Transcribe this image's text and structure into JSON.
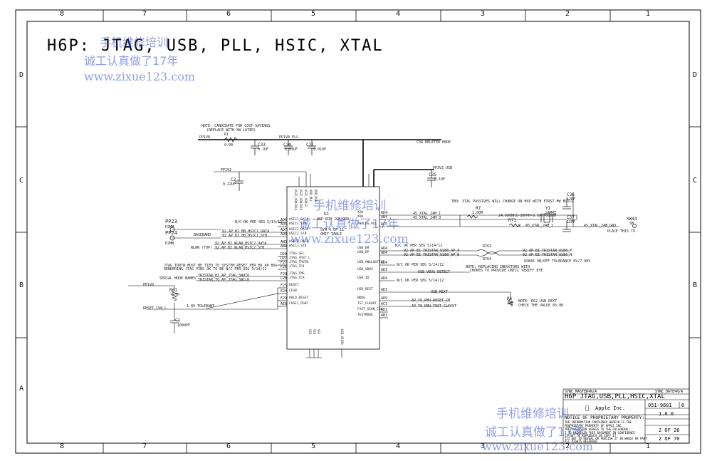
{
  "sheet": {
    "title": "H6P: JTAG, USB, PLL, HSIC, XTAL",
    "columns": [
      "8",
      "7",
      "6",
      "5",
      "4",
      "3",
      "2",
      "1"
    ],
    "rows": [
      "D",
      "C",
      "B",
      "A"
    ]
  },
  "watermark": {
    "line1": "手机维修培训",
    "line2": "诚工认真做了17年",
    "url": "www.zixue123.com"
  },
  "ic": {
    "ref": "U1",
    "part": "H6P_POP_1GB_DDR",
    "sub1": "SYM 4 OF 11",
    "sub2": "OMIT_TABLE",
    "left_pins": [
      {
        "num": "AD6",
        "name": "HSIC1_DATA"
      },
      {
        "num": "AD5",
        "name": "HSIC1_STB"
      },
      {
        "num": "AD7",
        "name": "HSIC2_DATA"
      },
      {
        "num": "AD8",
        "name": "HSIC2_STB"
      },
      {
        "num": "AN3",
        "name": "HSIC3_DATA"
      },
      {
        "num": "AN4",
        "name": "HSIC3_STB"
      },
      {
        "num": "D28",
        "name": "JTAG_SEL"
      },
      {
        "num": "D27",
        "name": "JTAG_TRST_L"
      },
      {
        "num": "F27",
        "name": "JTAG_TRSTN"
      },
      {
        "num": "F26",
        "name": "JTAG_TDI"
      },
      {
        "num": "F28",
        "name": "JTAG_TMS"
      },
      {
        "num": "C28",
        "name": "JTAG_TCK"
      },
      {
        "num": "F25",
        "name": "RESET"
      },
      {
        "num": "E24",
        "name": "CFSB"
      },
      {
        "num": "E29",
        "name": "HOLD_RESET"
      },
      {
        "num": "AE8",
        "name": "FUSE1_PGRC"
      }
    ],
    "right_pins": [
      {
        "num": "AD4",
        "name": "XI0"
      },
      {
        "num": "AB4",
        "name": "XO0"
      },
      {
        "num": "AC5",
        "name": "ANALOG_PLL"
      },
      {
        "num": "AD4",
        "name": "USB_DM"
      },
      {
        "num": "AD4",
        "name": "USB_DP"
      },
      {
        "num": "AD4",
        "name": "USB_ANALOGTEST"
      },
      {
        "num": "AD3",
        "name": "USB_VBUS"
      },
      {
        "num": "AD4",
        "name": "USB_ID"
      },
      {
        "num": "AD3",
        "name": "USB_REXT"
      },
      {
        "num": "AD9",
        "name": "WDOG"
      },
      {
        "num": "AC1",
        "name": "TST_CLKOUT"
      },
      {
        "num": "AD1",
        "name": "FAST_SCAN_CLK"
      },
      {
        "num": "AB3",
        "name": "TESTMODE"
      }
    ],
    "top_pins": [
      "HSIC_VDDIO18",
      "HSIC_VDDIO18",
      "HSIC_VDD12",
      "VDD_PLL",
      "VDD_USB"
    ],
    "bottom_pins": [
      "VSS",
      "VSS",
      "VSS",
      "USB_VSSA0"
    ]
  },
  "nets": {
    "pp1v8": "PP1V8",
    "pp1v8_pll": "PP1V8_PLL",
    "pp3v3_usb": "PP3V3_USB",
    "pp1v2": "PP1V2",
    "baseband": "BASEBAND",
    "wlan": "WLAN (TOP)",
    "serial": "SERIAL MODE NAMES",
    "reset_1v8": "RESET_1V8_L",
    "hsic1_data": "92 AP BI BB_HSIC1_DATA",
    "hsic1_stb": "92 AP BI BB_HSIC1_STB",
    "hsic2_data": "92 AP BI WLAN_HSIC2_DATA",
    "hsic2_stb": "92 AP BI WLAN_HSIC2_STB",
    "jtag_swdio": "TRISTAR_BI_AP_JTAG_SWDIO",
    "jtag_swclk": "TRISTAR_TO_AP_JTAG_SWCLK",
    "xtal_in": "45_XTAL_24M_I",
    "xtal_out": "45_XTAL_24M_O",
    "usb_p": "92 AP BI TRISTAR_USB0_AP_P",
    "usb_n": "92 AP BI TRISTAR_USB0_AP_N",
    "usb_p_r": "92 AP BI TRISTAR_USB0_P",
    "usb_n_r": "92 AP BI TRISTAR_USB0_N",
    "usb_vbus": "USB_VBUS_DETECT",
    "usb_rext": "USB_REXT",
    "pmu_reset": "AP_TO_PMU_RESET_IN",
    "pmu_clk": "AP_TO_PMU_TEST_CLKOUT",
    "xtal_gnd": "45_XTAL_24M_GND",
    "xtal_45": "45_XTAL_24M_I",
    "tolerant": "1.8V TOLERANT",
    "nc1": "N/C OK PER SEG 5/14/12",
    "nc2": "N/C OK PER SEG 5/14/12",
    "nc3": "N/C OK PER SEG 5/14/12",
    "nc4": "N/C OK PER SEG 5/14/12"
  },
  "notes": {
    "cost": "NOTE: CANDIDATE FOR COST-SAVINGS",
    "cost2": "(REPLACE WITH XW LATER)",
    "c34": "C34 DELETED HERE",
    "tbd": "TBD: XTAL PASSIVES WILL CHANGE ON H6P WITH FIRST HW BUILD",
    "jtag": "JTAG_TDRTN MUST BE TIED TO SYSTEM_RESET PER H6 AP BUG",
    "jtag2": "RENDERING JTAG PINS OK TO BE N/C PER SEG 5/14/12",
    "chokes": "NOTE: REPLACING INDUCTORS WITH",
    "chokes2": "CHOKES TO PROVIDE UNTIL VERIFY EYE",
    "usb": "USB45 ON/OFF TOLERANCE 0V/7.98V",
    "rext": "NOTE: R62 USB REXT",
    "rext2": "CHECK THE VALUE 83.0K",
    "xtal_place": "PLACE THIS TO",
    "xtal_freq": "24.000MHZ-30PPM-9.5PF-60OHM"
  },
  "components": {
    "r1": {
      "ref": "R1",
      "val": "0.00"
    },
    "c33": {
      "ref": "C33",
      "val": "0.1UF"
    },
    "c20": {
      "ref": "C20",
      "val": "0.01UF"
    },
    "c21": {
      "ref": "C21",
      "val": "0.01UF"
    },
    "c35": {
      "ref": "C35",
      "val": "0.1UF"
    },
    "c2": {
      "ref": "C2",
      "val": "0.22UF"
    },
    "r7": {
      "ref": "R7",
      "val": "1.00M"
    },
    "r71": {
      "ref": "R71",
      "val": "0"
    },
    "y1": {
      "ref": "Y1",
      "val": "24MHZ"
    },
    "c36": {
      "ref": "C36",
      "val": "12PF"
    },
    "c37": {
      "ref": "C37",
      "val": "12PF"
    },
    "xw44": {
      "ref": "XW44",
      "val": "SM"
    },
    "pp23": {
      "ref": "PP23",
      "val": "P2MM"
    },
    "pp24": {
      "ref": "PP24",
      "val": "P2MM"
    },
    "r61": {
      "ref": "R61",
      "val": "4.7K"
    },
    "c1": {
      "ref": "C1",
      "val": "1000PF"
    },
    "r6": {
      "ref": "R6",
      "val": "200"
    },
    "l63": {
      "ref": "R763",
      "val": ""
    },
    "l64": {
      "ref": "R764",
      "val": ""
    }
  },
  "titleblock": {
    "sync_master": "SYNC_MASTER=N/A",
    "sync_date": "SYNC_DATE=N/A",
    "page_title": "H6P JTAG,USB,PLL,HSIC,XTAL",
    "company": "Apple Inc.",
    "dwg_no": "051-9681",
    "rev_letter": "0",
    "revision": "1.0.0",
    "sheet": "2 OF 26",
    "pages": "2 OF 70",
    "proprietary": "NOTICE OF PROPRIETARY PROPERTY:",
    "prop1": "THE INFORMATION CONTAINED HEREIN IS THE",
    "prop2": "PROPRIETARY PROPERTY OF APPLE INC.",
    "prop3": "THE POSSESSOR AGREES TO THE FOLLOWING:",
    "prop4": "I TO MAINTAIN THIS DOCUMENT IN CONFIDENCE",
    "prop5": "II NOT TO REPRODUCE OR COPY IT",
    "prop6": "III NOT TO REVEAL OR PUBLISH IT IN WHOLE OR PART",
    "prop7": "ALL RIGHTS RESERVED"
  }
}
